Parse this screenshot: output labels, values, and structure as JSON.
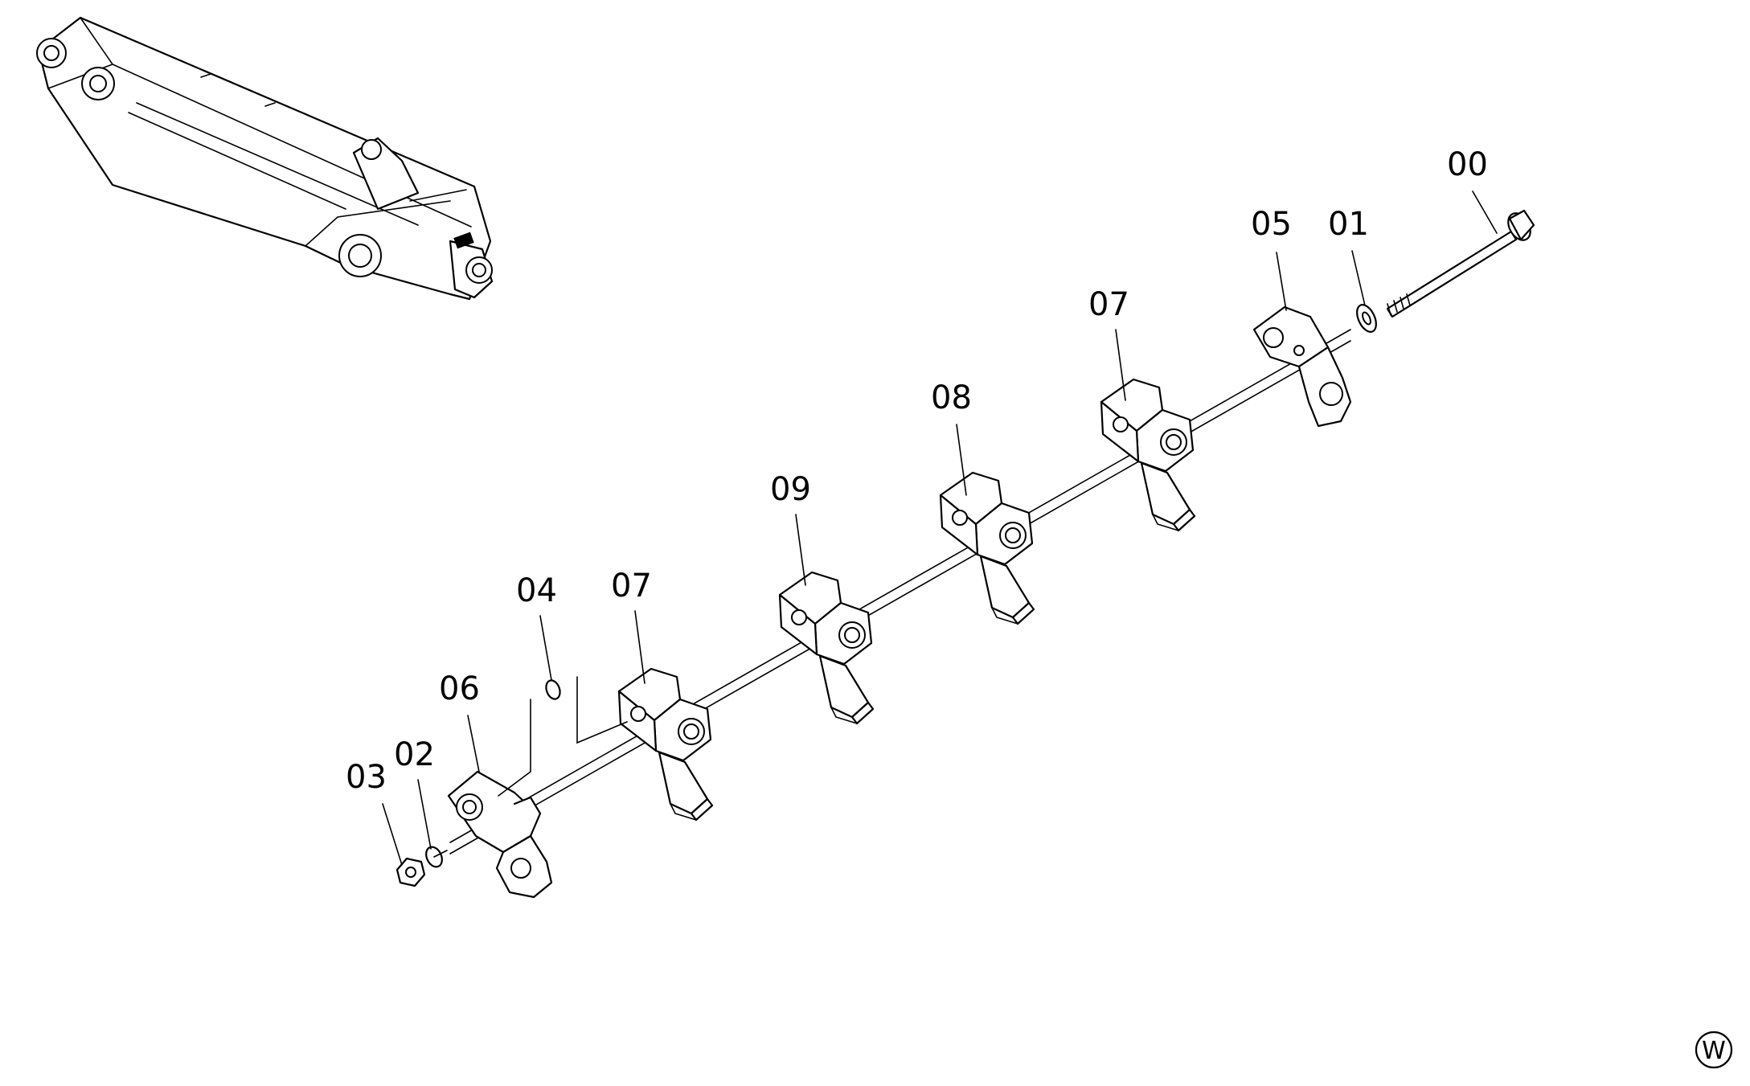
{
  "diagram": {
    "corner_symbol": "W",
    "parts": [
      {
        "callout": "00",
        "kind": "bolt"
      },
      {
        "callout": "01",
        "kind": "washer"
      },
      {
        "callout": "02",
        "kind": "washer"
      },
      {
        "callout": "03",
        "kind": "nut"
      },
      {
        "callout": "04",
        "kind": "o-ring"
      },
      {
        "callout": "05",
        "kind": "bracket-end"
      },
      {
        "callout": "06",
        "kind": "bracket-end"
      },
      {
        "callout": "07",
        "kind": "clamp"
      },
      {
        "callout": "07",
        "kind": "clamp"
      },
      {
        "callout": "08",
        "kind": "clamp"
      },
      {
        "callout": "09",
        "kind": "clamp"
      }
    ]
  }
}
